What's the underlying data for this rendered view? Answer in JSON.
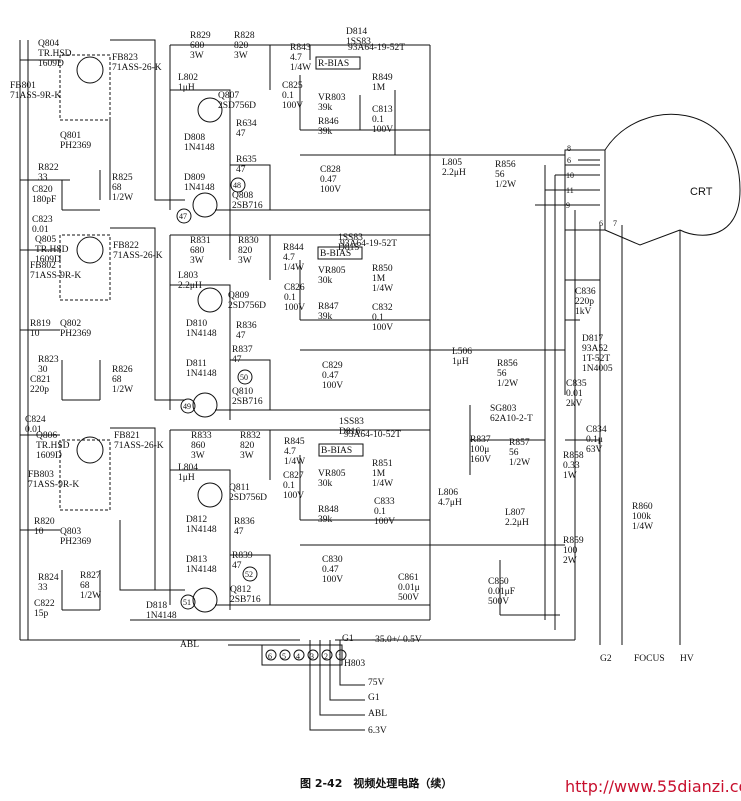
{
  "caption": "图 2-42　视频处理电路（续）",
  "watermark": "http://www.55dianzi.com",
  "crt": {
    "label": "CRT",
    "pins": [
      "8",
      "6",
      "10",
      "11",
      "9",
      "6",
      "7"
    ]
  },
  "labels": {
    "q804": [
      "Q804",
      "TR.HSD",
      "1609D"
    ],
    "fb801": [
      "FB801",
      "71ASS-9R-K"
    ],
    "fb823": [
      "FB823",
      "71ASS-26-K"
    ],
    "q801": [
      "Q801",
      "PH2369"
    ],
    "r822": [
      "R822",
      "33"
    ],
    "c820": [
      "C820",
      "180pF"
    ],
    "r825": [
      "R825",
      "68",
      "1/2W"
    ],
    "c823": [
      "C823",
      "0.01"
    ],
    "q805": [
      "Q805",
      "TR.HSD",
      "1609D"
    ],
    "fb802": [
      "FB802",
      "71ASS-9R-K"
    ],
    "fb822": [
      "FB822",
      "71ASS-26-K"
    ],
    "r819": [
      "R819",
      "10"
    ],
    "q802": [
      "Q802",
      "PH2369"
    ],
    "r823": [
      "R823",
      "30"
    ],
    "c821": [
      "C821",
      "220p"
    ],
    "r826": [
      "R826",
      "68",
      "1/2W"
    ],
    "c824": [
      "C824",
      "0.01"
    ],
    "q806": [
      "Q806",
      "TR.HSD",
      "1609D"
    ],
    "fb803": [
      "FB803",
      "71ASS-9R-K"
    ],
    "fb821": [
      "FB821",
      "71ASS-26-K"
    ],
    "r820": [
      "R820",
      "10"
    ],
    "q803": [
      "Q803",
      "PH2369"
    ],
    "r824": [
      "R824",
      "33"
    ],
    "r827": [
      "R827",
      "68",
      "1/2W"
    ],
    "c822": [
      "C822",
      "15p"
    ],
    "r829": [
      "R829",
      "680",
      "3W"
    ],
    "r828": [
      "R828",
      "820",
      "3W"
    ],
    "r843": [
      "R843",
      "4.7",
      "1/4W"
    ],
    "l802": [
      "L802",
      "1μH"
    ],
    "q807": [
      "Q807",
      "2SD756D"
    ],
    "d808": [
      "D808",
      "1N4148"
    ],
    "r634": [
      "R634",
      "47"
    ],
    "d809": [
      "D809",
      "1N4148"
    ],
    "r635": [
      "R635",
      "47"
    ],
    "q808": [
      "Q808",
      "2SB716"
    ],
    "c825": [
      "C825",
      "0.1",
      "100V"
    ],
    "vr803": [
      "VR803",
      "39k"
    ],
    "r846": [
      "R846",
      "39k"
    ],
    "rbias": "R-BIAS",
    "d814": [
      "D814",
      "1SS83"
    ],
    "d814pn": "93A64-19-52T",
    "r849": [
      "R849",
      "1M"
    ],
    "c813": [
      "C813",
      "0.1",
      "100V"
    ],
    "c828": [
      "C828",
      "0.47",
      "100V"
    ],
    "l805": [
      "L805",
      "2.2μH"
    ],
    "r856a": [
      "R856",
      "56",
      "1/2W"
    ],
    "r831": [
      "R831",
      "680",
      "3W"
    ],
    "r830": [
      "R830",
      "820",
      "3W"
    ],
    "r844": [
      "R844",
      "4.7",
      "1/4W"
    ],
    "l803": [
      "L803",
      "2.2μH"
    ],
    "q809": [
      "Q809",
      "2SD756D"
    ],
    "d810": [
      "D810",
      "1N4148"
    ],
    "r836a": [
      "R836",
      "47"
    ],
    "d811": [
      "D811",
      "1N4148"
    ],
    "r837a": [
      "R837",
      "47"
    ],
    "q810": [
      "Q810",
      "2SB716"
    ],
    "c826": [
      "C826",
      "0.1",
      "100V"
    ],
    "vr805a": [
      "VR805",
      "30k"
    ],
    "r847": [
      "R847",
      "39k"
    ],
    "bbias1": "B-BIAS",
    "d815": [
      "1SS83",
      "D815"
    ],
    "d815pn": "93A64-19-52T",
    "r850": [
      "R850",
      "1M",
      "1/4W"
    ],
    "c832": [
      "C832",
      "0.1",
      "100V"
    ],
    "c829": [
      "C829",
      "0.47",
      "100V"
    ],
    "l506": [
      "L506",
      "1μH"
    ],
    "r856b": [
      "R856",
      "56",
      "1/2W"
    ],
    "r833": [
      "R833",
      "860",
      "3W"
    ],
    "r832": [
      "R832",
      "820",
      "3W"
    ],
    "r845": [
      "R845",
      "4.7",
      "1/4W"
    ],
    "l804": [
      "L804",
      "1μH"
    ],
    "q811": [
      "Q811",
      "2SD756D"
    ],
    "d812": [
      "D812",
      "1N4148"
    ],
    "r836b": [
      "R836",
      "47"
    ],
    "d813": [
      "D813",
      "1N4148"
    ],
    "r839": [
      "R839",
      "47"
    ],
    "q812": [
      "Q812",
      "2SB716"
    ],
    "c827": [
      "C827",
      "0.1",
      "100V"
    ],
    "vr805b": [
      "VR805",
      "30k"
    ],
    "r848": [
      "R848",
      "39k"
    ],
    "bbias2": "B-BIAS",
    "d816": [
      "1SS83",
      "D816"
    ],
    "d816pn": "93A64-10-52T",
    "r851": [
      "R851",
      "1M",
      "1/4W"
    ],
    "c833": [
      "C833",
      "0.1",
      "100V"
    ],
    "c830": [
      "C830",
      "0.47",
      "100V"
    ],
    "r837b": [
      "R837",
      "100μ",
      "160V"
    ],
    "l806": [
      "L806",
      "4.7μH"
    ],
    "c861": [
      "C861",
      "0.01μ",
      "500V"
    ],
    "sg803": [
      "SG803",
      "62A10-2-T"
    ],
    "r857": [
      "R857",
      "56",
      "1/2W"
    ],
    "l807": [
      "L807",
      "2.2μH"
    ],
    "r858": [
      "R858",
      "0.33",
      "1W"
    ],
    "r859": [
      "R859",
      "100",
      "2W"
    ],
    "c860": [
      "C860",
      "0.01μF",
      "500V"
    ],
    "c836": [
      "C836",
      "220p",
      "1kV"
    ],
    "d817": [
      "D817",
      "93A52",
      "1T-52T",
      "1N4005"
    ],
    "c835": [
      "C835",
      "0.01",
      "2kV"
    ],
    "c834": [
      "C834",
      "0.1μ",
      "63V"
    ],
    "r860": [
      "R860",
      "100k",
      "1/4W"
    ],
    "d818": [
      "D818",
      "1N4148"
    ],
    "node47": "47",
    "node48": "48",
    "node49": "49",
    "node50": "50",
    "node51": "51",
    "node52": "52",
    "abl_left": "ABL",
    "g1_top": "G1",
    "volt": "-35.0+/-0.5V",
    "h803": "H803",
    "pins": [
      "6",
      "5",
      "4",
      "3",
      "2",
      "1"
    ],
    "out75": "75V",
    "outg1": "G1",
    "outabl": "ABL",
    "out63": "6.3V",
    "g2": "G2",
    "focus": "FOCUS",
    "hv": "HV"
  }
}
